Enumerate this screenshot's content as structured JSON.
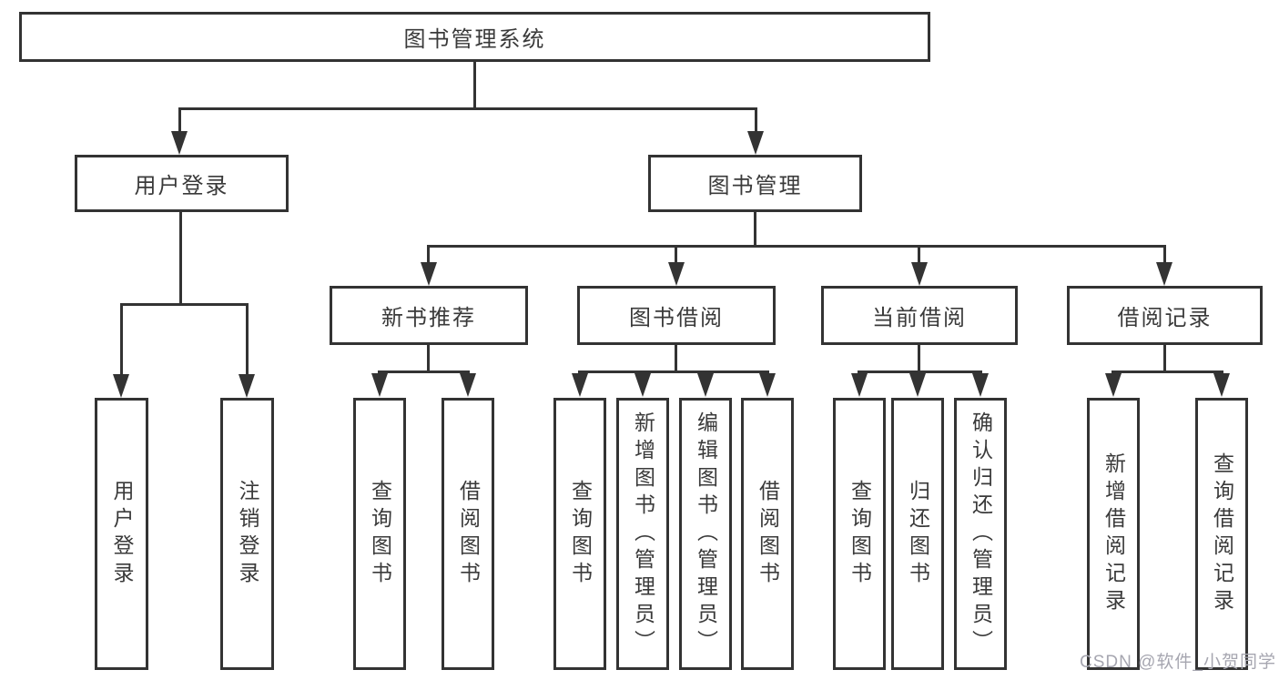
{
  "colors": {
    "line": "#333333",
    "text": "#3a3a3a",
    "watermark": "#a6a6b0",
    "background": "#ffffff"
  },
  "watermark": {
    "text": "CSDN @软件_小贺同学"
  },
  "diagram": {
    "root": {
      "label": "图书管理系统"
    },
    "branches": {
      "user_login": {
        "label": "用户登录",
        "children": [
          {
            "label": "用户登录"
          },
          {
            "label": "注销登录"
          }
        ]
      },
      "book_management": {
        "label": "图书管理",
        "modules": [
          {
            "label": "新书推荐",
            "children": [
              {
                "label": "查询图书"
              },
              {
                "label": "借阅图书"
              }
            ]
          },
          {
            "label": "图书借阅",
            "children": [
              {
                "label": "查询图书"
              },
              {
                "label": "新增图书（管理员）"
              },
              {
                "label": "编辑图书（管理员）"
              },
              {
                "label": "借阅图书"
              }
            ]
          },
          {
            "label": "当前借阅",
            "children": [
              {
                "label": "查询图书"
              },
              {
                "label": "归还图书"
              },
              {
                "label": "确认归还（管理员）"
              }
            ]
          },
          {
            "label": "借阅记录",
            "children": [
              {
                "label": "新增借阅记录"
              },
              {
                "label": "查询借阅记录"
              }
            ]
          }
        ]
      }
    }
  }
}
